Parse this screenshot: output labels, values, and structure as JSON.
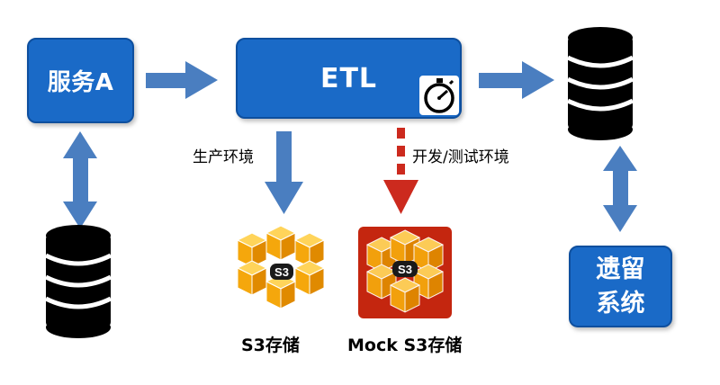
{
  "nodes": {
    "service_a": "服务A",
    "etl": "ETL",
    "legacy_line1": "遗留",
    "legacy_line2": "系统",
    "s3_label": "S3存储",
    "mock_s3_label": "Mock S3存储",
    "s3_badge": "S3",
    "mock_s3_badge": "S3"
  },
  "edges": {
    "prod_label": "生产环境",
    "dev_label": "开发/测试环境"
  },
  "colors": {
    "box_blue": "#1a6ac7",
    "arrow_blue": "#4a7ec0",
    "dashed_red": "#cc2a1e",
    "s3_orange": "#f5a70c",
    "mock_s3_red": "#c4260f"
  },
  "icons": [
    "stopwatch-icon",
    "database-icon",
    "s3-bucket-icon"
  ]
}
